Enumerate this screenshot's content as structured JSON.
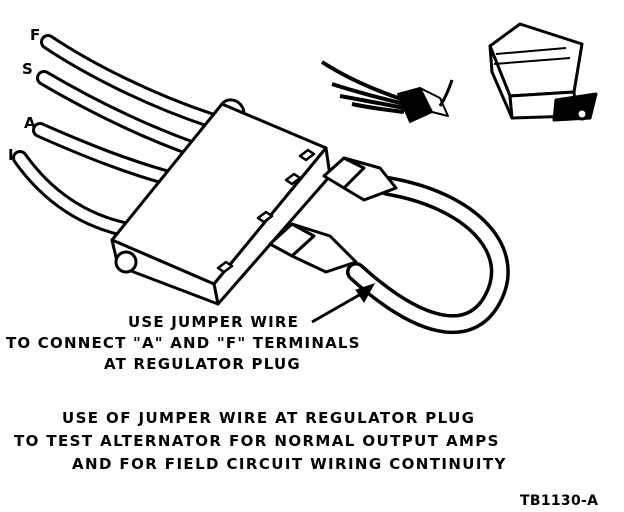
{
  "wire_letters": [
    "F",
    "S",
    "A",
    "I"
  ],
  "callout_lines": [
    "USE JUMPER WIRE",
    "TO CONNECT \"A\" AND \"F\" TERMINALS",
    "AT REGULATOR PLUG"
  ],
  "caption_lines": [
    "USE OF JUMPER WIRE AT REGULATOR PLUG",
    "TO TEST ALTERNATOR FOR NORMAL OUTPUT AMPS",
    "AND FOR FIELD CIRCUIT WIRING CONTINUITY"
  ],
  "figure_id": "TB1130-A"
}
